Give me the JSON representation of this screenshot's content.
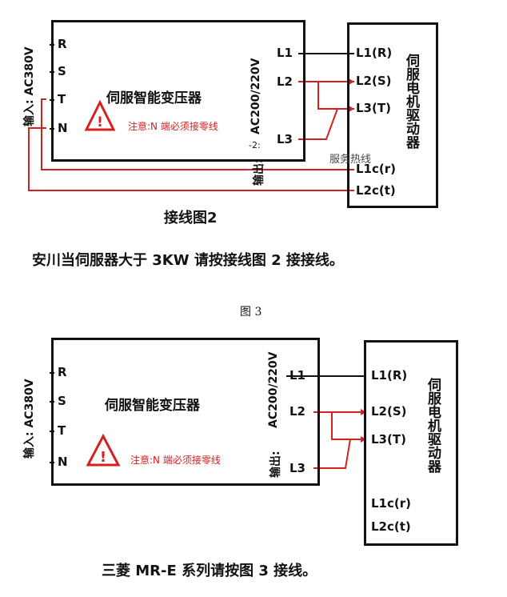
{
  "figures": [
    {
      "input_label": "输入: AC380V",
      "transformer_title": "伺服智能变压器",
      "warning_note": "注意:N 端必须接零线",
      "output_label_voltage": "AC200/220V",
      "output_label_prefix": "输出:",
      "output_side_mark": "-2:",
      "input_terminals": [
        "R",
        "S",
        "T",
        "N"
      ],
      "output_terminals": [
        "L1",
        "L2",
        "L3"
      ],
      "driver_terminals": [
        "L1(R)",
        "L2(S)",
        "L3(T)",
        "L1c(r)",
        "L2c(t)"
      ],
      "driver_title": "伺服电机驱动器",
      "overlay_text": "服务热线",
      "diagram_caption": "接线图2",
      "instruction": "安川当伺服器大于 3KW 请按接线图 2 接接线。"
    },
    {
      "figure_title": "图 3",
      "input_label": "输入: AC380V",
      "transformer_title": "伺服智能变压器",
      "warning_note": "注意:N 端必须接零线",
      "output_label_voltage": "AC200/220V",
      "output_label_prefix": "输出:",
      "input_terminals": [
        "R",
        "S",
        "T",
        "N"
      ],
      "output_terminals": [
        "L1",
        "L2",
        "L3"
      ],
      "driver_terminals": [
        "L1(R)",
        "L2(S)",
        "L3(T)",
        "L1c(r)",
        "L2c(t)"
      ],
      "driver_title": "伺服电机驱动器",
      "instruction": "三菱 MR-E 系列请按图 3 接线。"
    }
  ],
  "colors": {
    "line": "#111111",
    "wire_red": "#d42020",
    "warning": "#d42020"
  }
}
